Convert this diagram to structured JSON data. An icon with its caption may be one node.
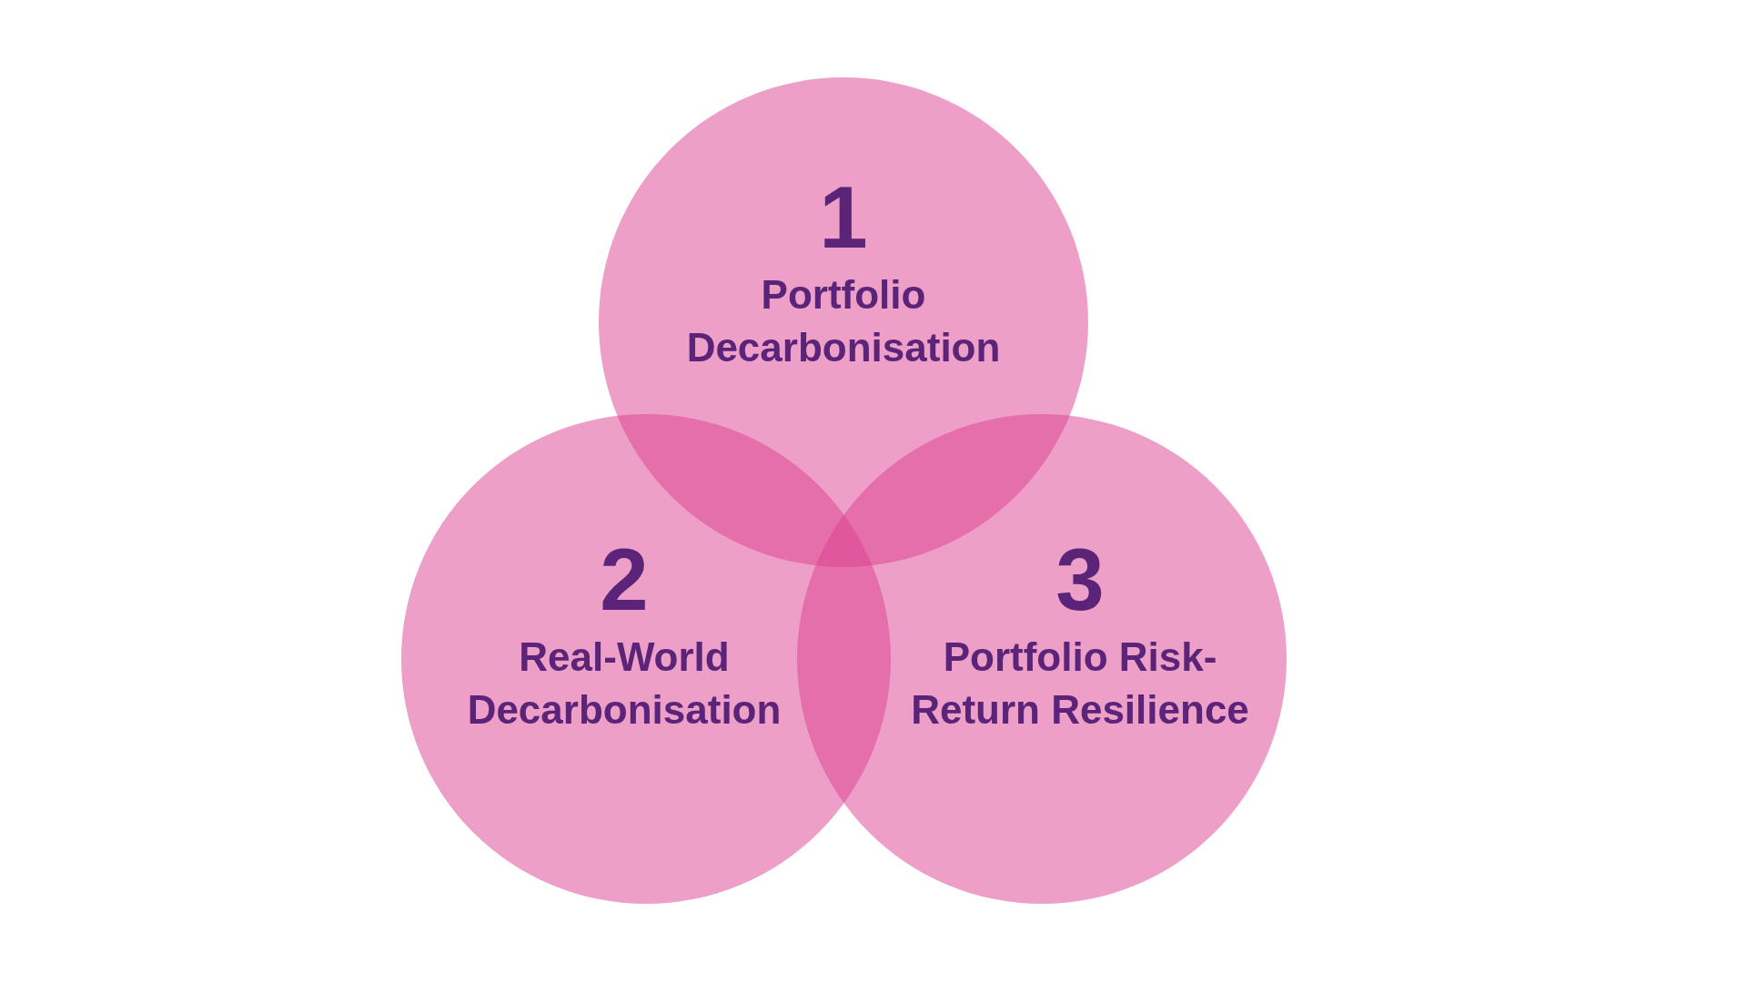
{
  "diagram": {
    "nodes": [
      {
        "text": [
          "1",
          "Portfolio Decarbonisation"
        ]
      },
      {
        "text": [
          "2",
          "Real-World Decarbonisation"
        ]
      },
      {
        "text": [
          "3",
          "Portfolio Risk-Return Resilience"
        ]
      }
    ]
  }
}
